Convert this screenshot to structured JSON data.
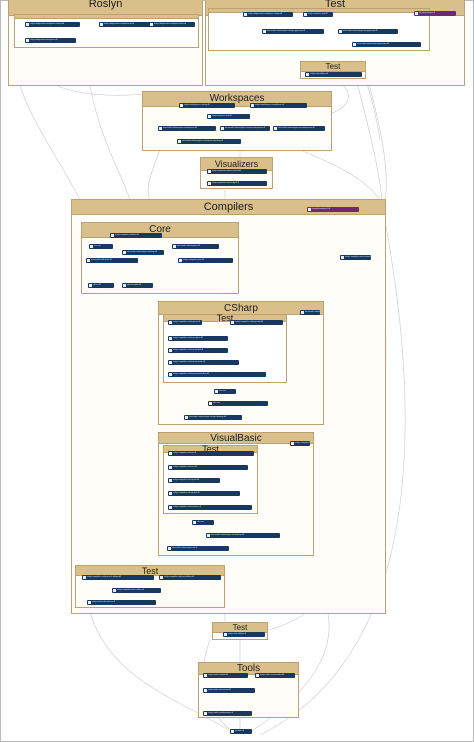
{
  "groups": {
    "roslyn": {
      "title": "Roslyn"
    },
    "roslyn_test": {
      "title": "Test"
    },
    "roslyn_test2": {
      "title": "Test"
    },
    "workspaces": {
      "title": "Workspaces"
    },
    "visualizers": {
      "title": "Visualizers"
    },
    "compilers": {
      "title": "Compilers"
    },
    "core": {
      "title": "Core"
    },
    "csharp": {
      "title": "CSharp"
    },
    "csharp_test": {
      "title": "Test"
    },
    "vb": {
      "title": "VisualBasic"
    },
    "vb_test": {
      "title": "Test"
    },
    "compilers_test": {
      "title": "Test"
    },
    "bottom_test": {
      "title": "Test"
    },
    "tools": {
      "title": "Tools"
    }
  },
  "nodes": [
    {
      "label": "roslyn.diagnostics.analyzers.csharp.dll",
      "color": "#17395f"
    },
    {
      "label": "roslyn.diagnostics.analyzers.vb.dll",
      "color": "#17395f"
    },
    {
      "label": "roslyn.diagnostics.analyzers.fixes.dll",
      "color": "#17395f"
    },
    {
      "label": "roslyn.diagnostics.analyzers.dll",
      "color": "#17395f"
    },
    {
      "label": "roslyn.diagnostics.analyzers.csharp.dll",
      "color": "#17395f"
    },
    {
      "label": "roslyn.services.test.dll",
      "color": "#17395f"
    },
    {
      "label": "vb.syntaxhelper.dll",
      "color": "#6c2a74"
    },
    {
      "label": "microsoft.codeanalysis.csharp.typescript.dll",
      "color": "#17395f"
    },
    {
      "label": "microsoft.codeanalysis.vb.typescript.dll",
      "color": "#17395f"
    },
    {
      "label": "microsoft.codeanalysis.typescript.dll",
      "color": "#17395f"
    },
    {
      "label": "roslyn.test.utilities.dll",
      "color": "#17395f"
    },
    {
      "label": "roslyn.workspaces.csharp.dll",
      "color": "#17395f"
    },
    {
      "label": "roslyn.workspaces.visualbasic.dll",
      "color": "#17395f"
    },
    {
      "label": "roslyn.services.test.dll",
      "color": "#17395f"
    },
    {
      "label": "microsoft.codeanalysis.workspaces.dll",
      "color": "#17395f"
    },
    {
      "label": "microsoft.codeanalysis.csharp.workspaces.dll",
      "color": "#17395f"
    },
    {
      "label": "microsoft.codeanalysis.vb.workspaces.dll",
      "color": "#17395f"
    },
    {
      "label": "microsoft.codeanalysis.workspaces.desktop.dll",
      "color": "#17395f"
    },
    {
      "label": "roslyn.syntaxvisualizer.control.dll",
      "color": "#17395f"
    },
    {
      "label": "roslyn.syntaxvisualizer.dgml.dll",
      "color": "#17395f"
    },
    {
      "label": "compilerswiring.sf.dll",
      "color": "#6c2a74"
    },
    {
      "label": "roslyn.compilers.test.resources.dll",
      "color": "#17395f"
    },
    {
      "label": "roslyn.compilers.utilities.dll",
      "color": "#17395f"
    },
    {
      "label": "microsoft.codeanalysis.dll",
      "color": "#17395f"
    },
    {
      "label": "csc.exe",
      "color": "#17395f"
    },
    {
      "label": "microsoft.codeanalysis.desktop.dll",
      "color": "#17395f"
    },
    {
      "label": "roslyn.compilers.test.dll",
      "color": "#17395f"
    },
    {
      "label": "microsoft.build.tasks.dll",
      "color": "#17395f"
    },
    {
      "label": "vbcsc.dll",
      "color": "#17395f"
    },
    {
      "label": "vbcscompiler.dll",
      "color": "#17395f"
    },
    {
      "label": "roslyn.compilers.csharp.test.dll",
      "color": "#17395f"
    },
    {
      "label": "roslyn.compilers.csharp.emit.dll",
      "color": "#17395f"
    },
    {
      "label": "roslyn.compilers.csharp.syntax.dll",
      "color": "#17395f"
    },
    {
      "label": "roslyn.compilers.csharp.symbol.dll",
      "color": "#17395f"
    },
    {
      "label": "roslyn.compilers.csharp.semantic.dll",
      "color": "#17395f"
    },
    {
      "label": "roslyn.compilers.csharp.commandline.dll",
      "color": "#17395f"
    },
    {
      "label": "csc.exe",
      "color": "#17395f"
    },
    {
      "label": "microsoft.codeanalysis.csharp.dll",
      "color": "#17395f"
    },
    {
      "label": "microsoft.codeanalysis.csharp.desktop.dll",
      "color": "#17395f"
    },
    {
      "label": "vbc.exe",
      "color": "#17395f"
    },
    {
      "label": "roslyn.compilers.vb.test.dll",
      "color": "#17395f"
    },
    {
      "label": "roslyn.compilers.vb.emit.dll",
      "color": "#17395f"
    },
    {
      "label": "roslyn.compilers.vb.syntax.dll",
      "color": "#17395f"
    },
    {
      "label": "roslyn.compilers.vb.symbol.dll",
      "color": "#17395f"
    },
    {
      "label": "roslyn.compilers.vb.semantic.dll",
      "color": "#17395f"
    },
    {
      "label": "roslyn.compilers.vb.commandline.dll",
      "color": "#17395f"
    },
    {
      "label": "vbc.exe",
      "color": "#17395f"
    },
    {
      "label": "microsoft.codeanalysis.vb.desktop.dll",
      "color": "#17395f"
    },
    {
      "label": "microsoft.codeanalysis.vb.dll",
      "color": "#17395f"
    },
    {
      "label": "roslyn.compilers.csharp.test.utilities.dll",
      "color": "#17395f"
    },
    {
      "label": "roslyn.compilers.vb.test.utilities.dll",
      "color": "#17395f"
    },
    {
      "label": "roslyn.compilers.test.utilities.dll",
      "color": "#17395f"
    },
    {
      "label": "roslyn.test.performance.dll",
      "color": "#17395f"
    },
    {
      "label": "roslyn.test.utilities.dll",
      "color": "#17395f"
    },
    {
      "label": "roslyn.tools.buildutil.dll",
      "color": "#17395f"
    },
    {
      "label": "roslyn.tools.sourceindex.dll",
      "color": "#17395f"
    },
    {
      "label": "roslyn.tools.references.dll",
      "color": "#17395f"
    },
    {
      "label": "roslyn.tools.codeformatter.dll",
      "color": "#17395f"
    },
    {
      "label": "runtime.dll",
      "color": "#17395f"
    }
  ]
}
